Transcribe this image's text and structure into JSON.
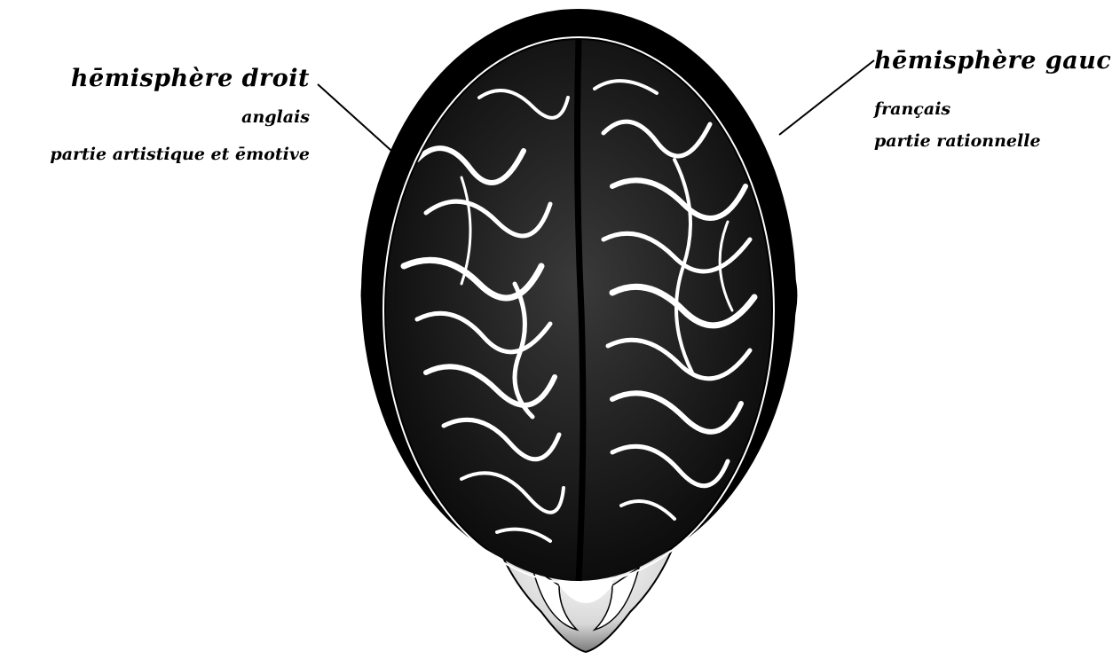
{
  "labels": {
    "right_hemisphere": {
      "title": "hēmisphère droit",
      "language": "anglais",
      "description": "partie artistique et ēmotive"
    },
    "left_hemisphere": {
      "title": "hēmisphère gauche",
      "language": "français",
      "description": "partie rationnelle"
    }
  },
  "colors": {
    "ink": "#000000",
    "background": "#ffffff"
  }
}
